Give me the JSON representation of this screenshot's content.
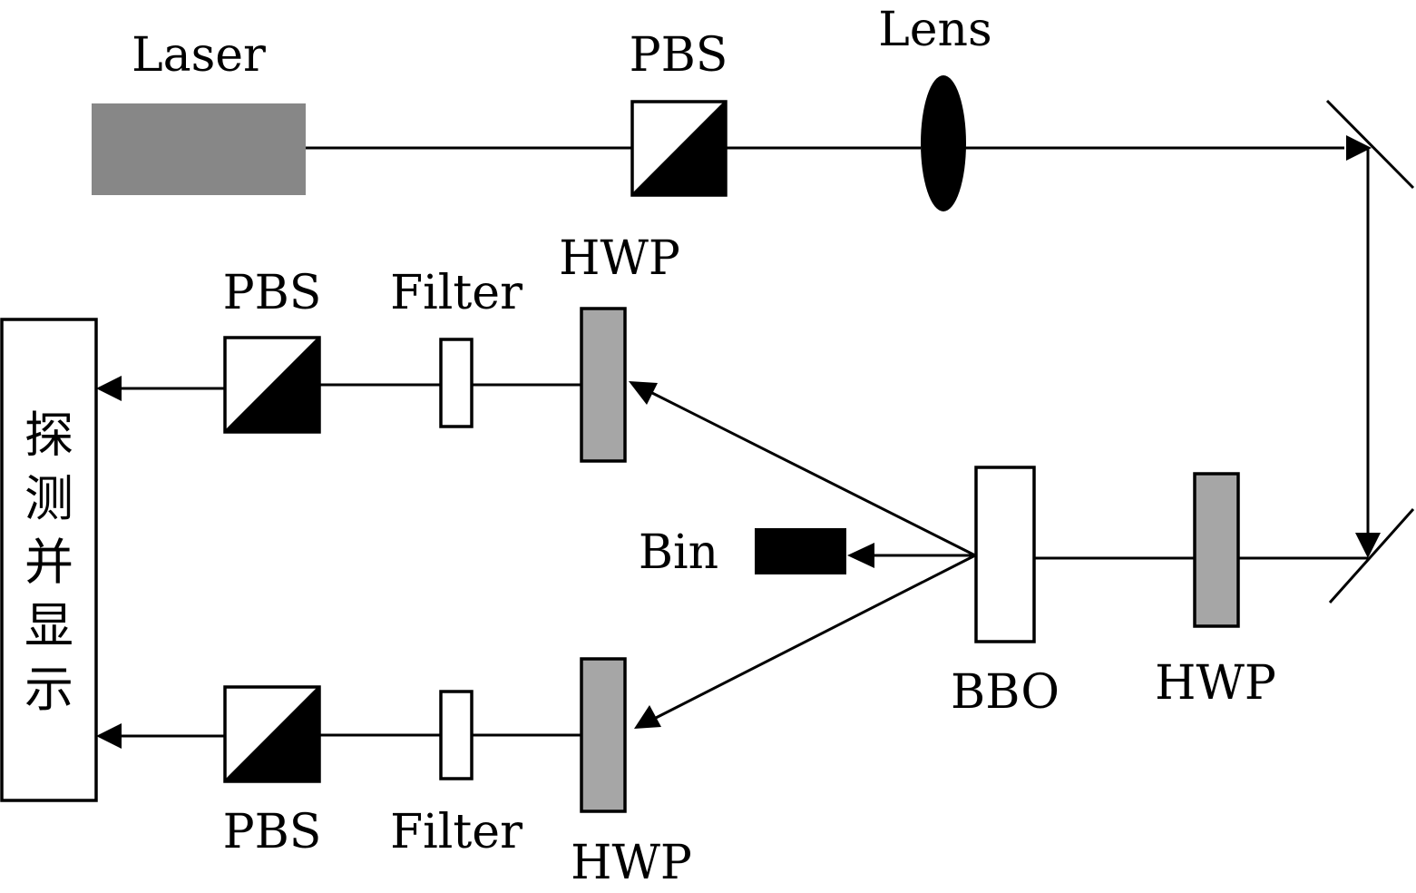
{
  "diagram": {
    "labels": {
      "laser": "Laser",
      "pbs_top": "PBS",
      "lens": "Lens",
      "hwp_upper": "HWP",
      "pbs_upper": "PBS",
      "filter_upper": "Filter",
      "bin": "Bin",
      "bbo": "BBO",
      "hwp_pump": "HWP",
      "pbs_lower": "PBS",
      "filter_lower": "Filter",
      "hwp_lower": "HWP",
      "detector_chars": [
        "探",
        "测",
        "并",
        "显",
        "示"
      ]
    },
    "colors": {
      "laser_fill": "#878787",
      "waveplate_fill": "#a6a6a6",
      "ink": "#000000",
      "background": "#ffffff"
    }
  }
}
